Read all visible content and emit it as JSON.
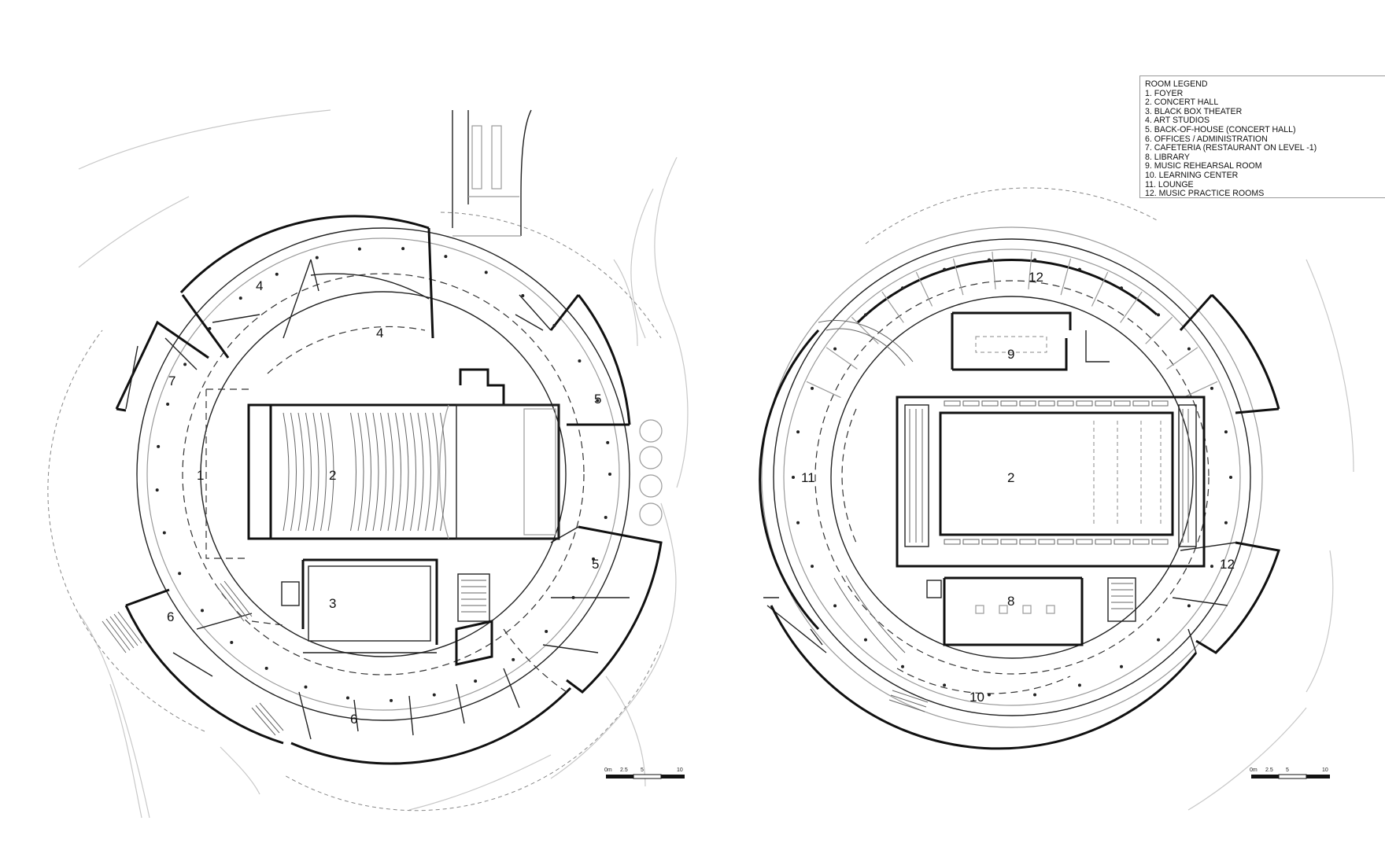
{
  "legend": {
    "title": "ROOM LEGEND",
    "items": [
      "1. FOYER",
      "2. CONCERT HALL",
      "3. BLACK BOX THEATER",
      "4. ART STUDIOS",
      "5. BACK-OF-HOUSE (CONCERT HALL)",
      "6. OFFICES / ADMINISTRATION",
      "7. CAFETERIA (RESTAURANT ON LEVEL -1)",
      "8. LIBRARY",
      "9. MUSIC REHEARSAL ROOM",
      "10. LEARNING CENTER",
      "11. LOUNGE",
      "12. MUSIC PRACTICE ROOMS"
    ]
  },
  "plan_left": {
    "labels": {
      "r1": "1",
      "r2": "2",
      "r3": "3",
      "r4a": "4",
      "r4b": "4",
      "r5a": "5",
      "r5b": "5",
      "r6a": "6",
      "r6b": "6",
      "r7": "7"
    },
    "scale": {
      "t0": "0m",
      "t1": "2.5",
      "t2": "5",
      "t3": "10"
    }
  },
  "plan_right": {
    "labels": {
      "r2": "2",
      "r8": "8",
      "r9": "9",
      "r10": "10",
      "r11": "11",
      "r12a": "12",
      "r12b": "12"
    },
    "scale": {
      "t0": "0m",
      "t1": "2.5",
      "t2": "5",
      "t3": "10"
    }
  }
}
